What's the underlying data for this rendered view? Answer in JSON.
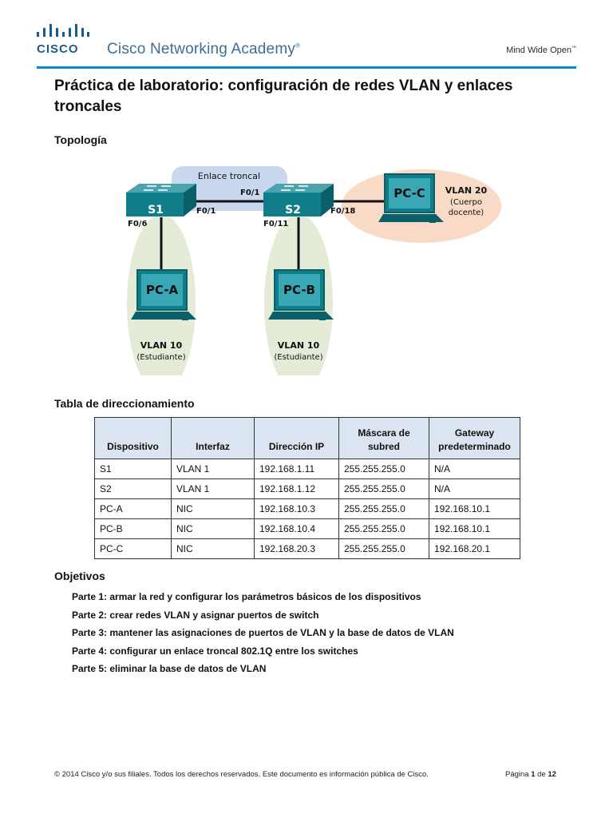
{
  "header": {
    "logo_word": "CISCO",
    "academy": "Cisco Networking Academy",
    "academy_mark": "®",
    "tagline": "Mind Wide Open",
    "tagline_mark": "™",
    "brand_color": "#1a5b8c",
    "rule_color": "#0a8cc6"
  },
  "title": "Práctica de laboratorio: configuración de redes VLAN y enlaces troncales",
  "topology": {
    "heading": "Topología",
    "trunk_label": "Enlace troncal",
    "s1": {
      "name": "S1",
      "port_up": "F0/1",
      "port_down": "F0/6"
    },
    "s2": {
      "name": "S2",
      "port_up": "F0/1",
      "port_left": "F0/1",
      "port_down": "F0/11",
      "port_right": "F0/18"
    },
    "pca": {
      "name": "PC-A",
      "vlan": "VLAN 10",
      "group": "(Estudiante)"
    },
    "pcb": {
      "name": "PC-B",
      "vlan": "VLAN 10",
      "group": "(Estudiante)"
    },
    "pcc": {
      "name": "PC-C",
      "vlan": "VLAN 20",
      "group_line1": "(Cuerpo",
      "group_line2": "docente)"
    }
  },
  "addressing": {
    "heading": "Tabla de direccionamiento",
    "headers": [
      "Dispositivo",
      "Interfaz",
      "Dirección IP",
      "Máscara de subred",
      "Gateway predeterminado"
    ],
    "header_lines": [
      [
        "Dispositivo"
      ],
      [
        "Interfaz"
      ],
      [
        "Dirección IP"
      ],
      [
        "Máscara de",
        "subred"
      ],
      [
        "Gateway",
        "predeterminado"
      ]
    ],
    "rows": [
      [
        "S1",
        "VLAN 1",
        "192.168.1.11",
        "255.255.255.0",
        "N/A"
      ],
      [
        "S2",
        "VLAN 1",
        "192.168.1.12",
        "255.255.255.0",
        "N/A"
      ],
      [
        "PC-A",
        "NIC",
        "192.168.10.3",
        "255.255.255.0",
        "192.168.10.1"
      ],
      [
        "PC-B",
        "NIC",
        "192.168.10.4",
        "255.255.255.0",
        "192.168.10.1"
      ],
      [
        "PC-C",
        "NIC",
        "192.168.20.3",
        "255.255.255.0",
        "192.168.20.1"
      ]
    ]
  },
  "objectives": {
    "heading": "Objetivos",
    "items": [
      "Parte 1: armar la red y configurar los parámetros básicos de los dispositivos",
      "Parte 2: crear redes VLAN y asignar puertos de switch",
      "Parte 3: mantener las asignaciones de puertos de VLAN y la base de datos de VLAN",
      "Parte 4: configurar un enlace troncal 802.1Q entre los switches",
      "Parte 5: eliminar la base de datos de VLAN"
    ]
  },
  "footer": {
    "copyright": "© 2014 Cisco y/o sus filiales. Todos los derechos reservados. Este documento es información pública de Cisco.",
    "page_word": "Página",
    "page_num": "1",
    "page_of": "de",
    "page_total": "12"
  }
}
